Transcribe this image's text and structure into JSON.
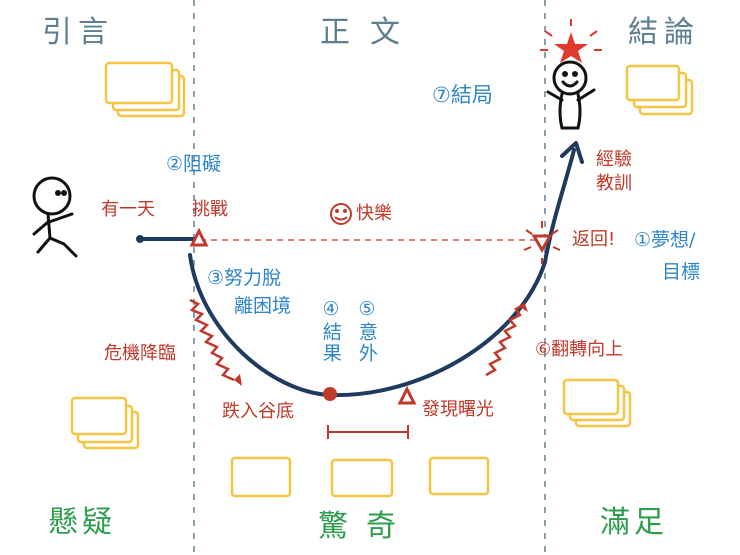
{
  "columns": {
    "intro": "引言",
    "body": "正文",
    "conclusion": "結論"
  },
  "labels": {
    "one_day": "有一天",
    "obstacle": "②阻礙",
    "challenge": "挑戰",
    "happy": "快樂",
    "effort": "③努力脫",
    "predicament": "離困境",
    "result": "④結果",
    "accident": "⑤意外",
    "crisis": "危機降臨",
    "bottom": "跌入谷底",
    "dawn": "發現曙光",
    "turnaround": "⑥翻轉向上",
    "return": "返回!",
    "dream": "①夢想/",
    "goal": "目標",
    "ending": "⑦結局",
    "lesson": "經驗教訓"
  },
  "bottoms": {
    "suspense": "懸疑",
    "surprise": "驚奇",
    "satisfaction": "滿足"
  },
  "colors": {
    "column_title": "#5e7f92",
    "curve": "#1f3a5f",
    "red": "#c0392b",
    "blue": "#2e86c8",
    "green": "#2e9e4e",
    "card": "#f5c542"
  }
}
